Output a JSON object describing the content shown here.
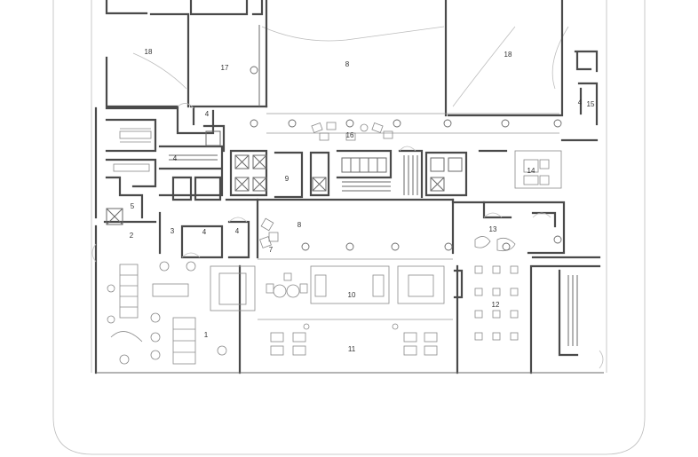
{
  "rooms": [
    {
      "id": "r18a",
      "label": "18"
    },
    {
      "id": "r17",
      "label": "17"
    },
    {
      "id": "r8a",
      "label": "8"
    },
    {
      "id": "r18b",
      "label": "18"
    },
    {
      "id": "r4a",
      "label": "4"
    },
    {
      "id": "r4b",
      "label": "4"
    },
    {
      "id": "r15",
      "label": "15"
    },
    {
      "id": "r16",
      "label": "16"
    },
    {
      "id": "r4c",
      "label": "4"
    },
    {
      "id": "r9",
      "label": "9"
    },
    {
      "id": "r14",
      "label": "14"
    },
    {
      "id": "r5",
      "label": "5"
    },
    {
      "id": "r8b",
      "label": "8"
    },
    {
      "id": "r13",
      "label": "13"
    },
    {
      "id": "r2",
      "label": "2"
    },
    {
      "id": "r3",
      "label": "3"
    },
    {
      "id": "r4d",
      "label": "4"
    },
    {
      "id": "r4e",
      "label": "4"
    },
    {
      "id": "r7",
      "label": "7"
    },
    {
      "id": "r10",
      "label": "10"
    },
    {
      "id": "r12",
      "label": "12"
    },
    {
      "id": "r1",
      "label": "1"
    },
    {
      "id": "r11",
      "label": "11"
    }
  ]
}
